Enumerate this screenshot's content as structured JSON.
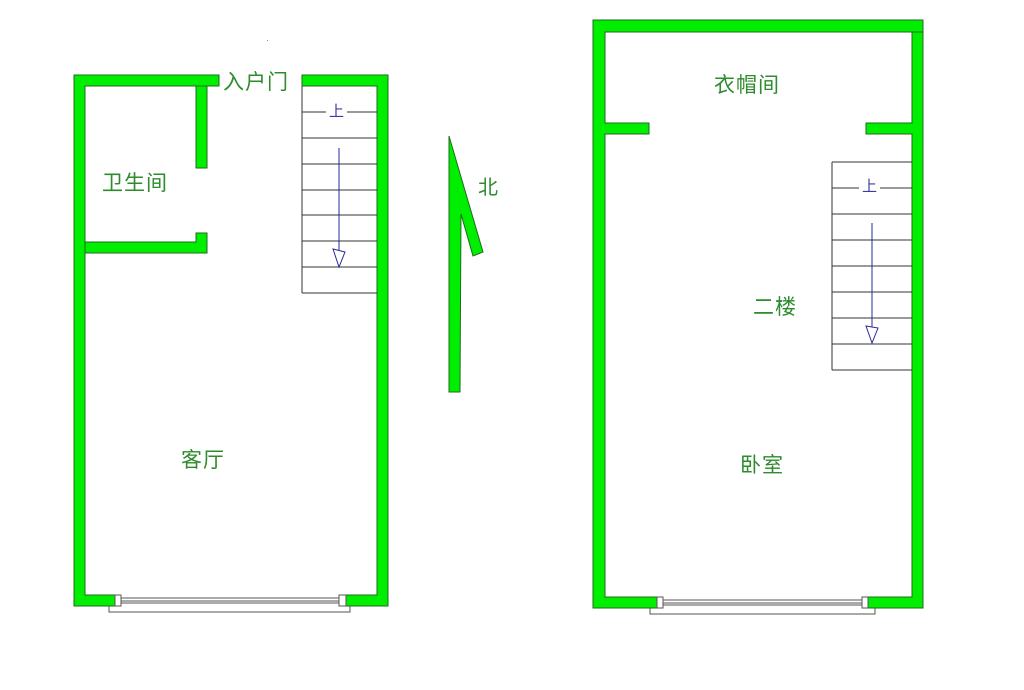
{
  "colors": {
    "wall_fill": "#00ee00",
    "wall_stroke": "#1f6b1f",
    "label_text": "#2e8b2e",
    "stair_lines": "#333333",
    "stair_arrow": "#2a2a9a",
    "window": "#555555",
    "background": "#ffffff"
  },
  "floor1": {
    "rooms": {
      "entrance": "入户门",
      "bathroom": "卫生间",
      "living_room": "客厅"
    },
    "stair_label": "上"
  },
  "compass": {
    "north_label": "北"
  },
  "floor2": {
    "rooms": {
      "cloakroom": "衣帽间",
      "floor_label": "二楼",
      "bedroom": "卧室"
    },
    "stair_label": "上"
  }
}
